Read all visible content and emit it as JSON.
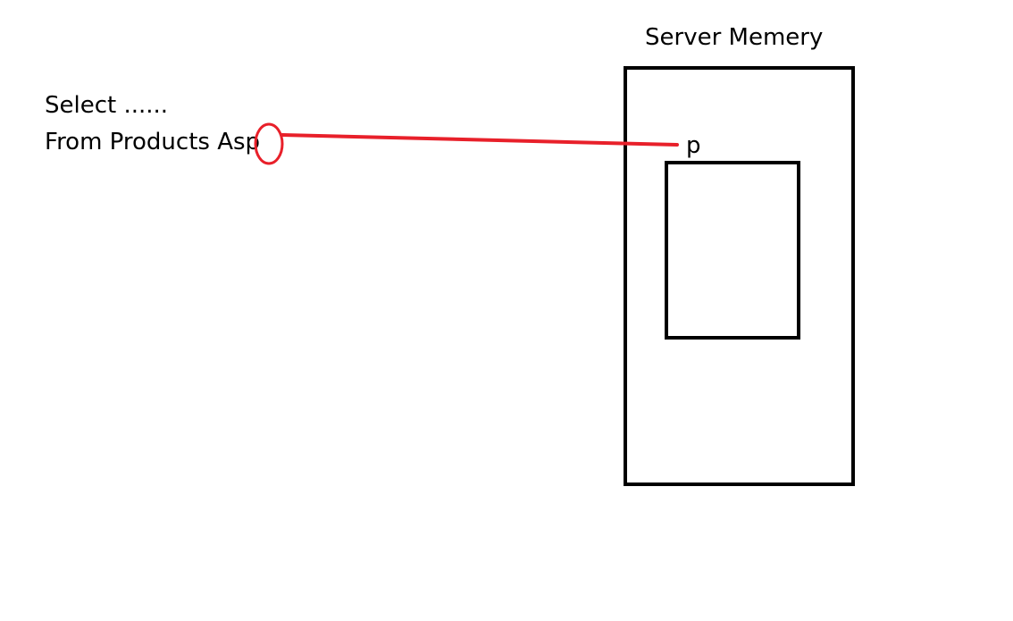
{
  "query": {
    "line1": "Select ......",
    "line2_prefix": "From Products As",
    "alias": "p"
  },
  "memory": {
    "title": "Server Memery",
    "alias_label": "p"
  },
  "colors": {
    "highlight": "#e8202a",
    "stroke": "#000000",
    "background": "#ffffff"
  }
}
